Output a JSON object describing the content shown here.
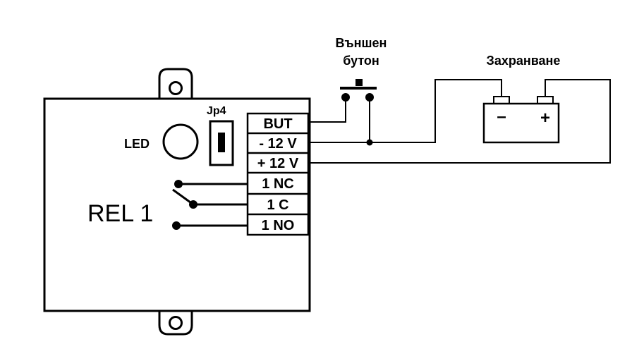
{
  "module": {
    "led_label": "LED",
    "jumper_label": "Jp4",
    "relay_label": "REL 1"
  },
  "terminals": [
    {
      "label": "BUT"
    },
    {
      "label": "- 12 V"
    },
    {
      "label": "+ 12 V"
    },
    {
      "label": "1 NC"
    },
    {
      "label": "1 C"
    },
    {
      "label": "1 NO"
    }
  ],
  "button": {
    "line1": "Външен",
    "line2": "бутон"
  },
  "power": {
    "label": "Захранване",
    "minus_symbol": "–",
    "plus_symbol": "+"
  }
}
